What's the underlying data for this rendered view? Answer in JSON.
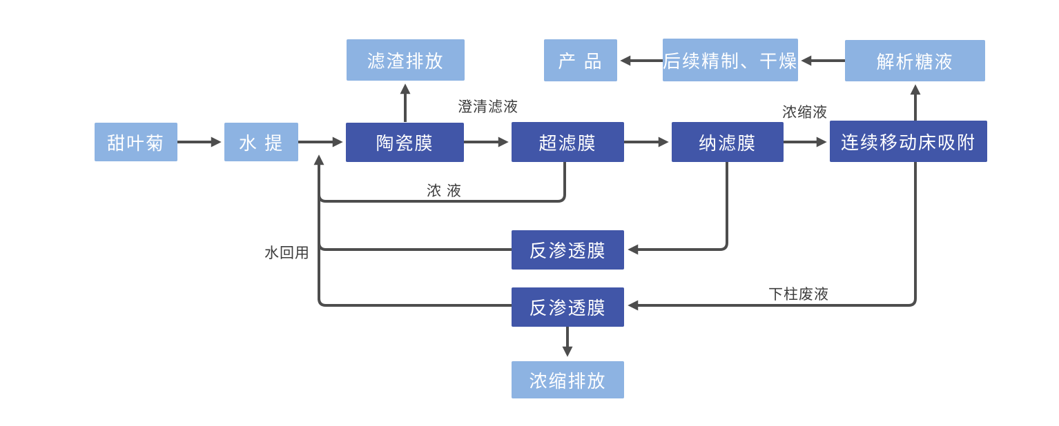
{
  "diagram": {
    "description": "Stevia extraction and membrane purification process flow diagram",
    "colors": {
      "light_box": "#8DB3E2",
      "dark_box": "#4156A8",
      "arrow": "#4D4D4D",
      "box_text": "#FFFFFF",
      "label_text": "#3C3C3C",
      "background": "#FFFFFF"
    },
    "nodes": {
      "stevia": "甜叶菊",
      "water_extraction": "水 提",
      "ceramic_membrane": "陶瓷膜",
      "residue_discharge": "滤渣排放",
      "ultrafiltration_membrane": "超滤膜",
      "nanofiltration_membrane": "纳滤膜",
      "moving_bed_adsorption": "连续移动床吸附",
      "product": "产 品",
      "refining_drying": "后续精制、干燥",
      "desorption_sugar_liquid": "解析糖液",
      "reverse_osmosis_1": "反渗透膜",
      "reverse_osmosis_2": "反渗透膜",
      "concentrate_discharge": "浓缩排放"
    },
    "flow_labels": {
      "clarified_filtrate": "澄清滤液",
      "concentrate": "浓缩液",
      "concentrated_liquid": "浓 液",
      "water_reuse": "水回用",
      "column_waste": "下柱废液"
    },
    "connections": [
      {
        "from": "甜叶菊",
        "to": "水 提"
      },
      {
        "from": "水 提",
        "to": "陶瓷膜"
      },
      {
        "from": "陶瓷膜",
        "to": "滤渣排放"
      },
      {
        "from": "陶瓷膜",
        "to": "超滤膜",
        "label": "澄清滤液"
      },
      {
        "from": "超滤膜",
        "to": "纳滤膜"
      },
      {
        "from": "超滤膜",
        "to": "水提回用管线",
        "label": "浓 液"
      },
      {
        "from": "纳滤膜",
        "to": "连续移动床吸附",
        "label": "浓缩液"
      },
      {
        "from": "纳滤膜",
        "to": "反渗透膜(上)"
      },
      {
        "from": "连续移动床吸附",
        "to": "解析糖液"
      },
      {
        "from": "连续移动床吸附",
        "to": "反渗透膜(下)",
        "label": "下柱废液"
      },
      {
        "from": "解析糖液",
        "to": "后续精制、干燥"
      },
      {
        "from": "后续精制、干燥",
        "to": "产 品"
      },
      {
        "from": "反渗透膜(上)",
        "to": "水 提",
        "label": "水回用"
      },
      {
        "from": "反渗透膜(下)",
        "to": "水 提",
        "label": "水回用"
      },
      {
        "from": "反渗透膜(下)",
        "to": "浓缩排放"
      }
    ]
  }
}
